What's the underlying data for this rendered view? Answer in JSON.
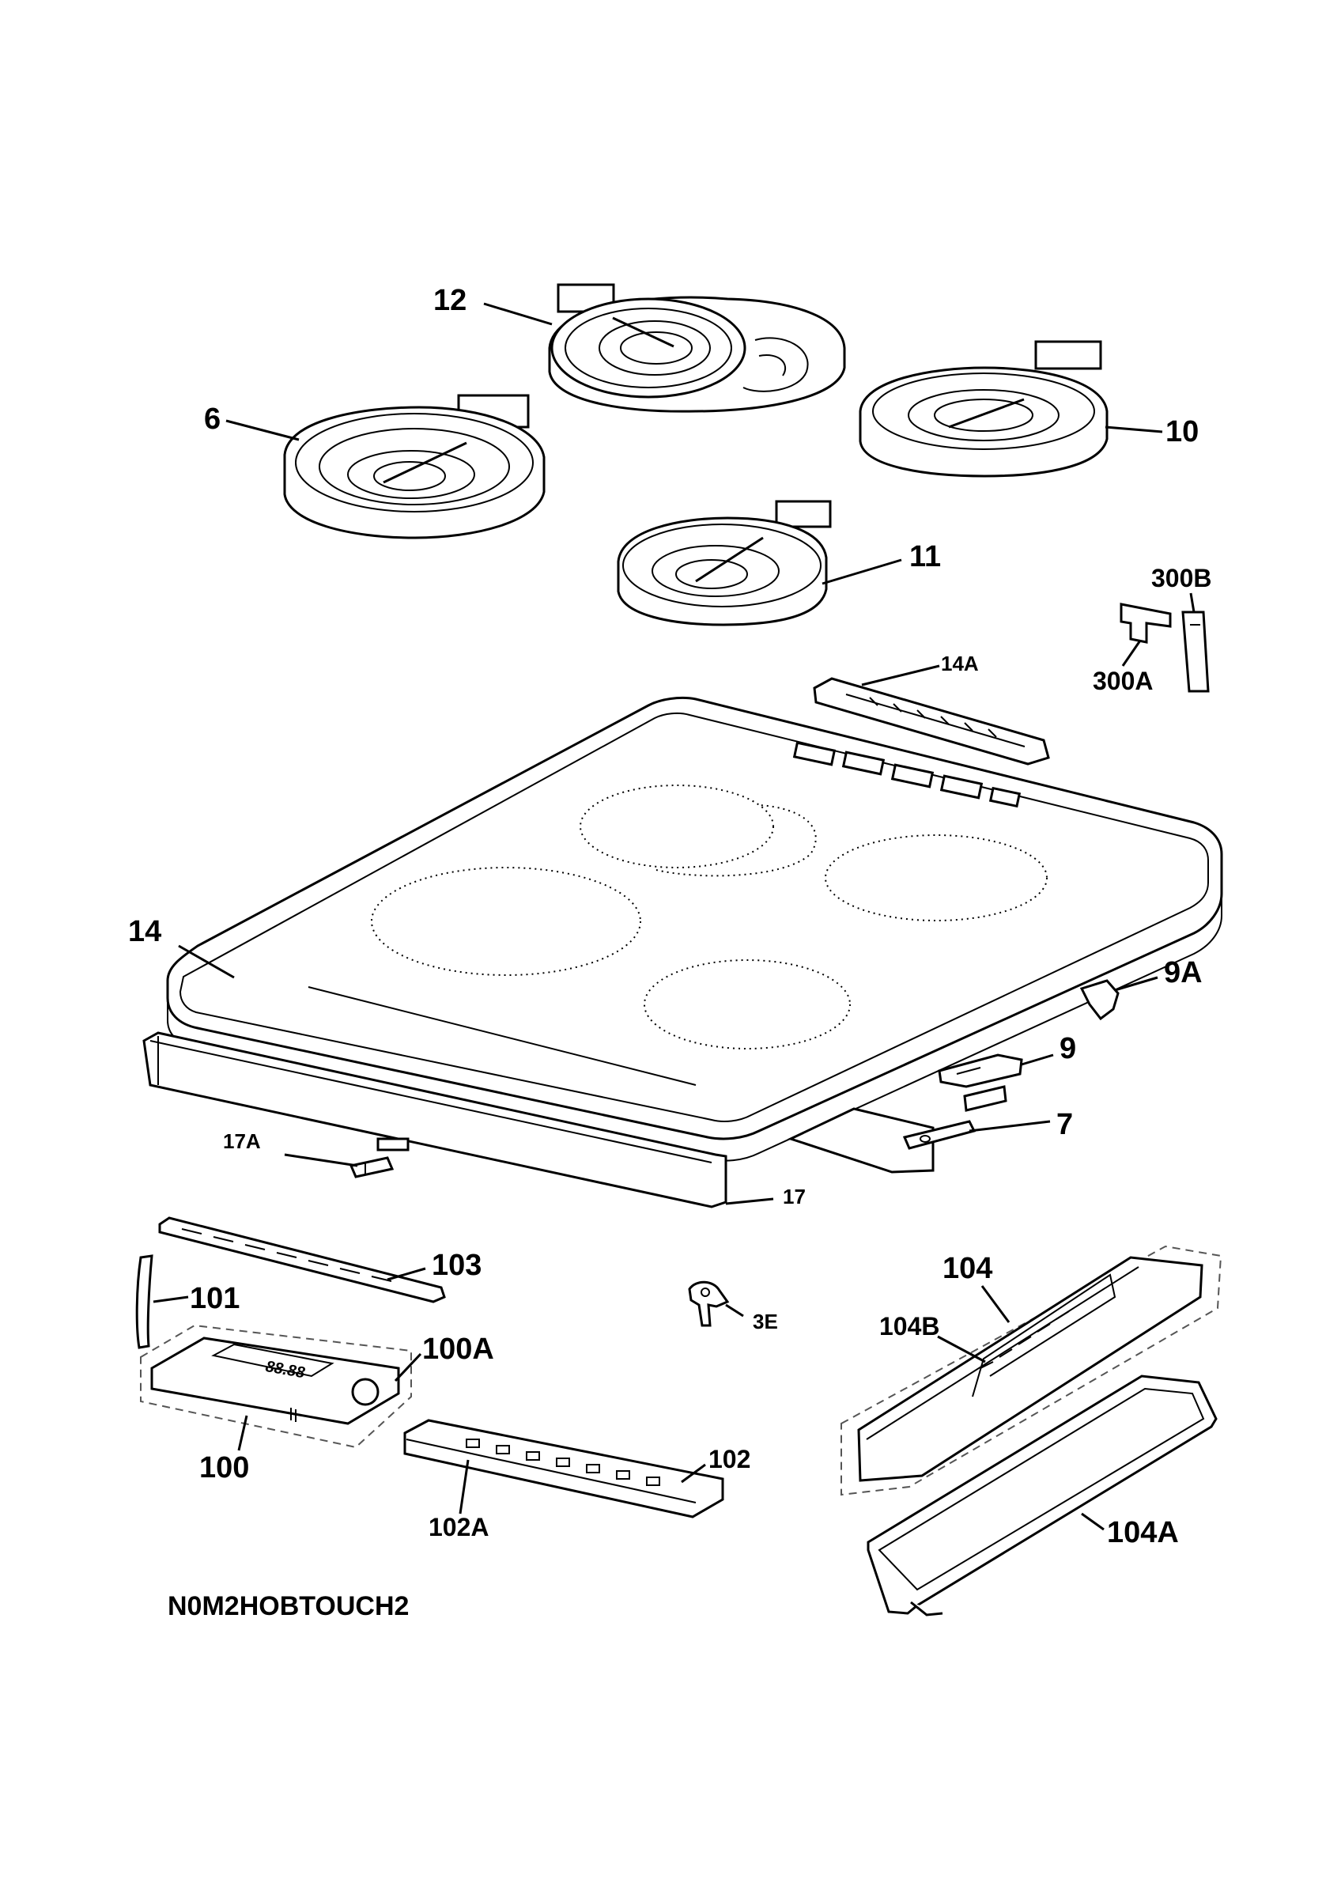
{
  "diagram": {
    "reference_code": "N0M2HOBTOUCH2",
    "callouts": {
      "c12": "12",
      "c6": "6",
      "c10": "10",
      "c11": "11",
      "c300B": "300B",
      "c300A": "300A",
      "c14A": "14A",
      "c14": "14",
      "c9A": "9A",
      "c9": "9",
      "c7": "7",
      "c17A": "17A",
      "c17": "17",
      "c103": "103",
      "c101": "101",
      "c3E": "3E",
      "c104": "104",
      "c104B": "104B",
      "c100A": "100A",
      "c100": "100",
      "c102": "102",
      "c102A": "102A",
      "c104A": "104A"
    },
    "display_readout": "88.88"
  }
}
